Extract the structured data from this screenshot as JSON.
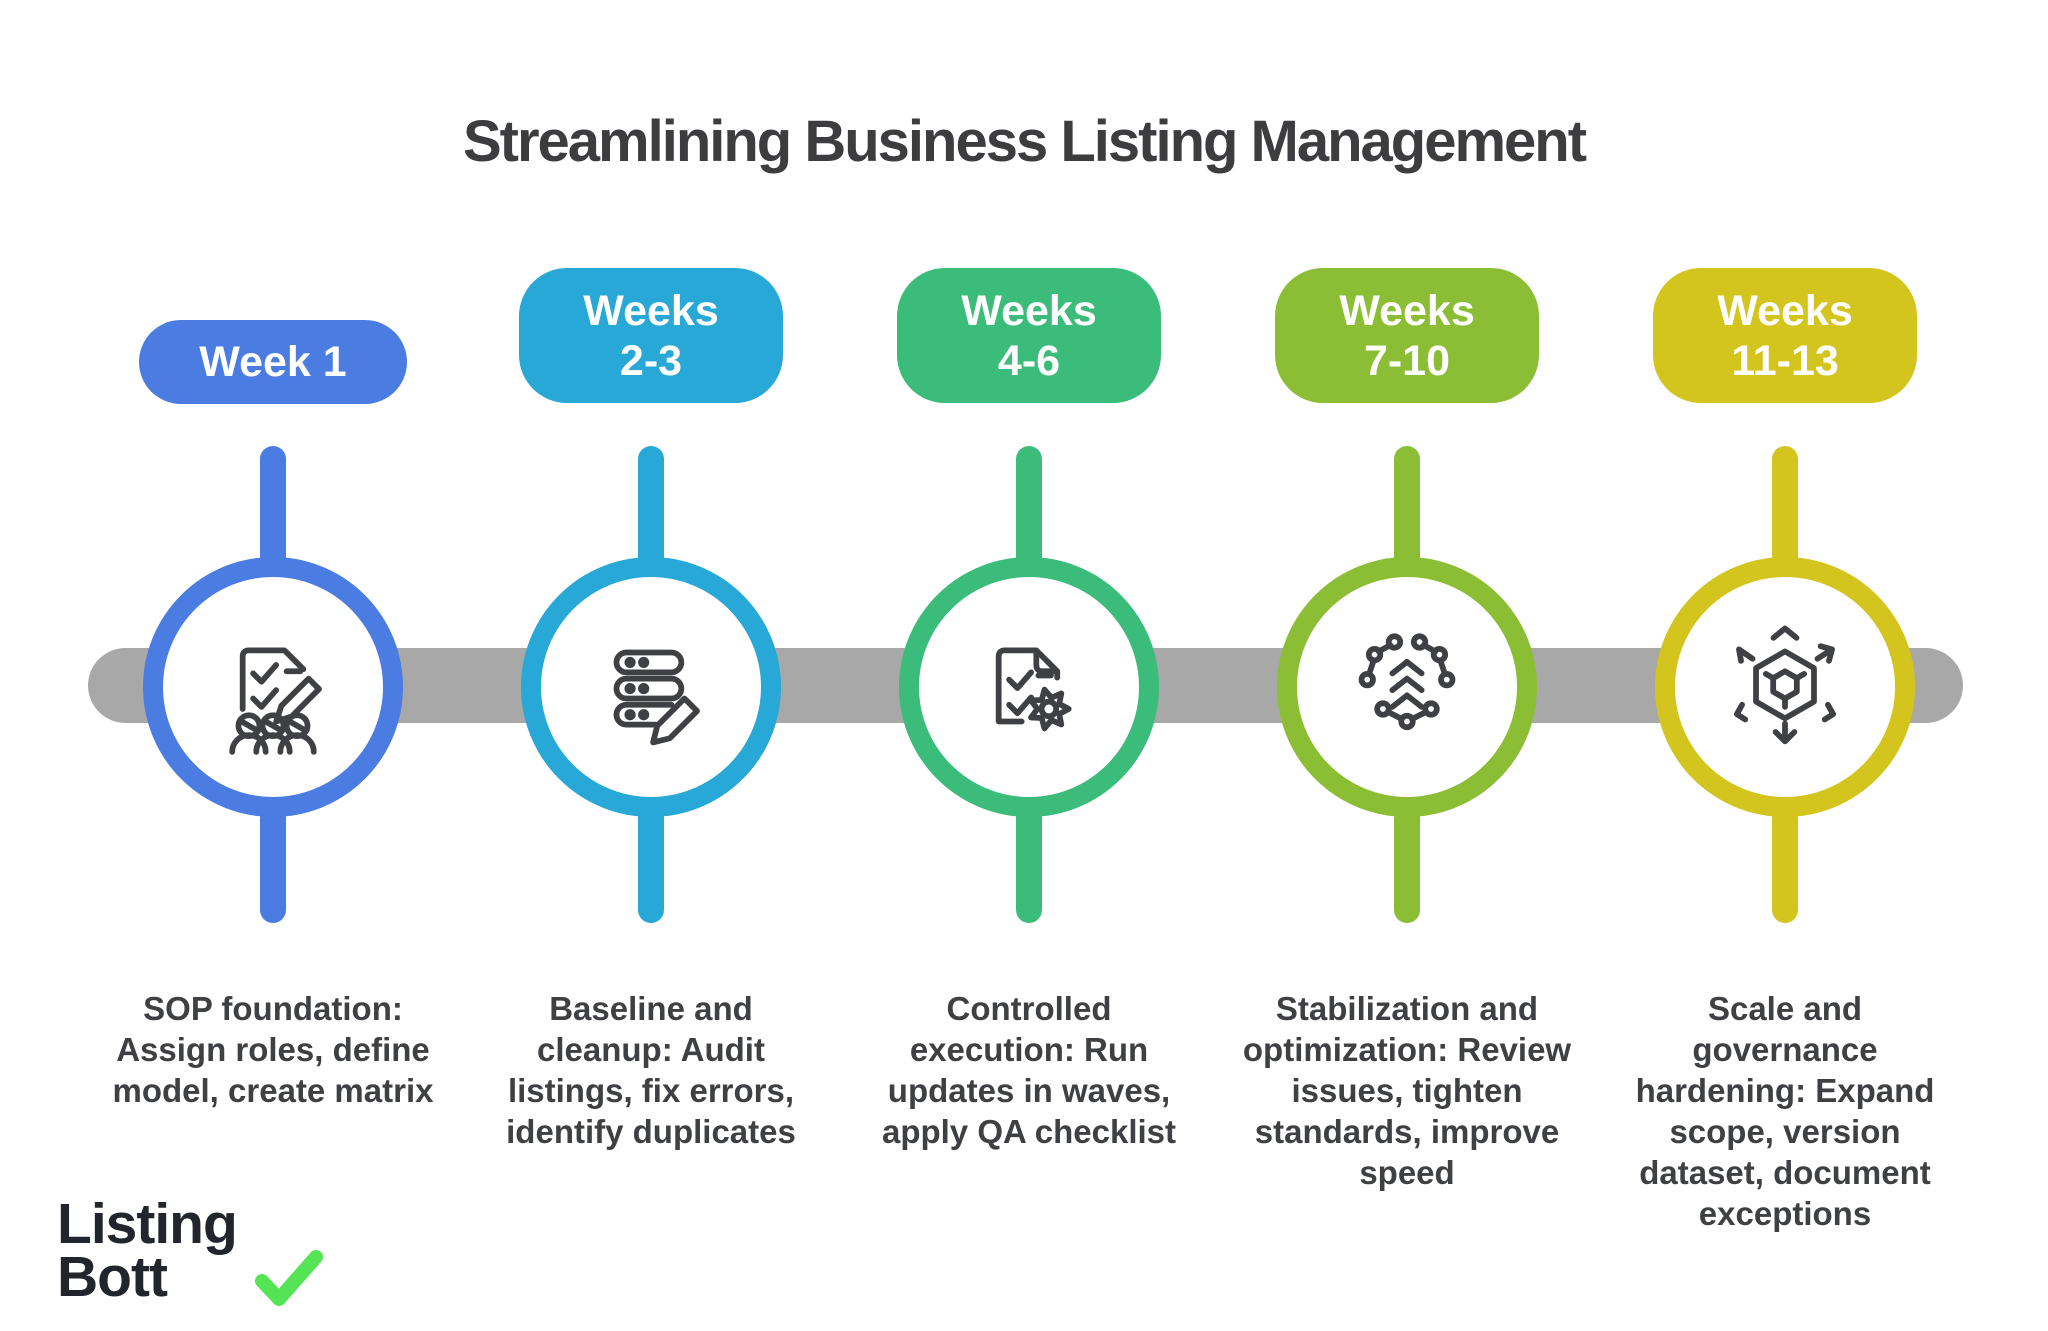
{
  "title": "Streamlining Business Listing Management",
  "brand": {
    "name_line1": "Listing",
    "name_line2": "Bott",
    "check_color": "#55E455",
    "text_color": "#22262C"
  },
  "timeline": {
    "bar_color": "#A8A8A8",
    "icon_color": "#3F4043",
    "milestones": [
      {
        "badge_top": "Week 1",
        "badge_bottom": "",
        "color": "#4A7CE1",
        "icon": "clipboard-checklist-team-icon",
        "description": "SOP foundation: Assign roles, define model, create matrix"
      },
      {
        "badge_top": "Weeks",
        "badge_bottom": "2-3",
        "color": "#27A8D6",
        "icon": "database-edit-icon",
        "description": "Baseline and cleanup: Audit listings, fix errors, identify duplicates"
      },
      {
        "badge_top": "Weeks",
        "badge_bottom": "4-6",
        "color": "#3CBC7B",
        "icon": "document-gear-icon",
        "description": "Controlled execution: Run updates in waves, apply QA checklist"
      },
      {
        "badge_top": "Weeks",
        "badge_bottom": "7-10",
        "color": "#8CBE35",
        "icon": "network-optimization-icon",
        "description": "Stabilization and optimization: Review issues, tighten standards, improve speed"
      },
      {
        "badge_top": "Weeks",
        "badge_bottom": "11-13",
        "color": "#D4C51E",
        "icon": "scale-cube-icon",
        "description": "Scale and governance hardening: Expand scope, version dataset, document exceptions"
      }
    ]
  }
}
